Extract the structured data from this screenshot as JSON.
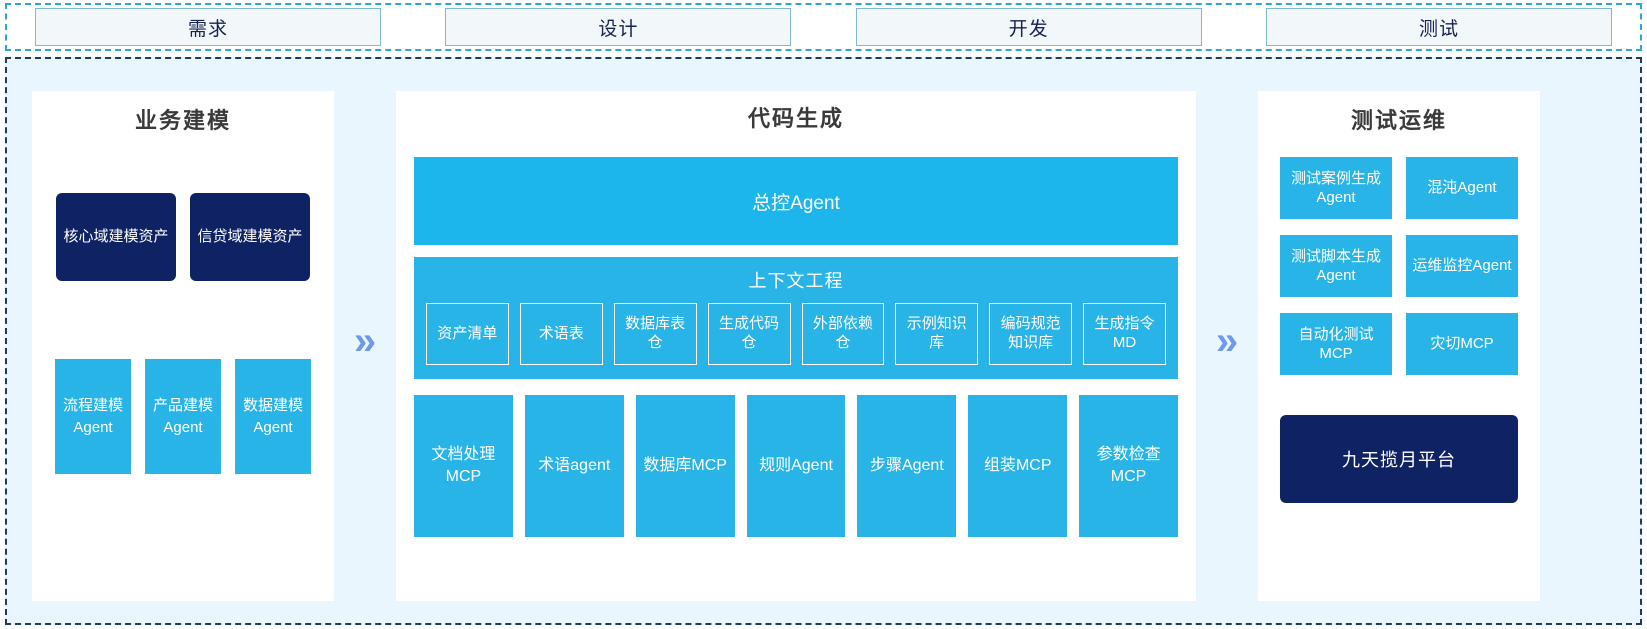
{
  "phases": {
    "tabs": [
      {
        "label": "需求"
      },
      {
        "label": "设计"
      },
      {
        "label": "开发"
      },
      {
        "label": "测试"
      }
    ]
  },
  "separators": {
    "chevron_glyph": "»"
  },
  "colors": {
    "accent_blue": "#29b4e8",
    "banner_blue": "#1cb5ec",
    "navy": "#0e2264",
    "board_bg": "#eaf6fd",
    "chevron": "#6f9ae8",
    "tab_fill": "#f2f7fa",
    "tab_border": "#7fb7d4"
  },
  "modeling": {
    "title": "业务建模",
    "assets": [
      {
        "label": "核心域建模资产"
      },
      {
        "label": "信贷域建模资产"
      }
    ],
    "agents": [
      {
        "label": "流程建模Agent"
      },
      {
        "label": "产品建模Agent"
      },
      {
        "label": "数据建模Agent"
      }
    ]
  },
  "codegen": {
    "title": "代码生成",
    "supervisor": {
      "label": "总控Agent"
    },
    "context": {
      "title": "上下文工程",
      "items": [
        {
          "label": "资产清单"
        },
        {
          "label": "术语表"
        },
        {
          "label": "数据库表仓"
        },
        {
          "label": "生成代码仓"
        },
        {
          "label": "外部依赖仓"
        },
        {
          "label": "示例知识库"
        },
        {
          "label": "编码规范知识库"
        },
        {
          "label": "生成指令MD"
        }
      ]
    },
    "tools": [
      {
        "label": "文档处理MCP"
      },
      {
        "label": "术语agent"
      },
      {
        "label": "数据库MCP"
      },
      {
        "label": "规则Agent"
      },
      {
        "label": "步骤Agent"
      },
      {
        "label": "组装MCP"
      },
      {
        "label": "参数检查MCP"
      }
    ]
  },
  "testops": {
    "title": "测试运维",
    "cards": [
      {
        "label": "测试案例生成Agent"
      },
      {
        "label": "混沌Agent"
      },
      {
        "label": "测试脚本生成Agent"
      },
      {
        "label": "运维监控Agent"
      },
      {
        "label": "自动化测试MCP"
      },
      {
        "label": "灾切MCP"
      }
    ],
    "platform": {
      "label": "九天揽月平台"
    }
  }
}
